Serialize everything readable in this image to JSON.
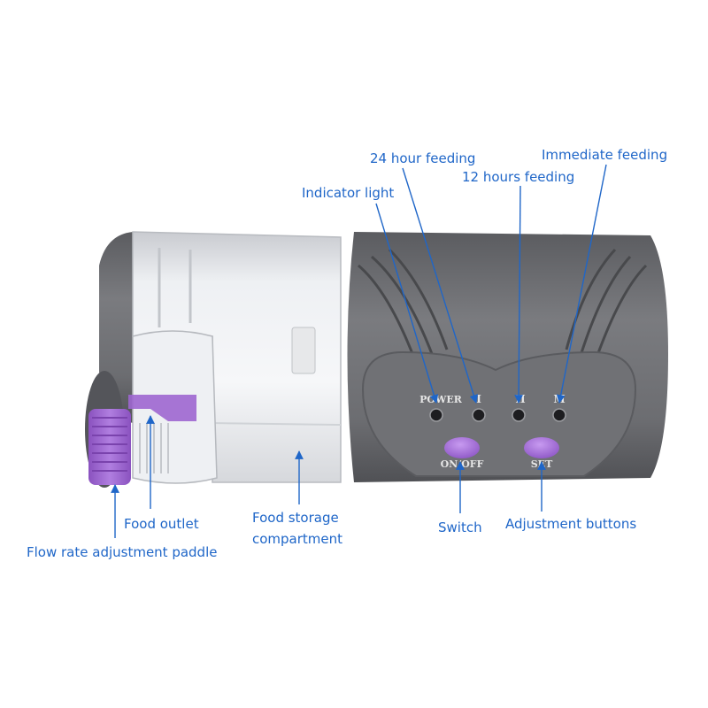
{
  "colors": {
    "label": "#1f66c8",
    "leader": "#1f66c8",
    "body_gray": "#6e6f72",
    "body_dark": "#4a4b4e",
    "accent_purple": "#a06ad2",
    "panel_text": "#e6e6e6"
  },
  "device": {
    "panel": {
      "power_label": "POWER",
      "mode_1_label": "I",
      "mode_2_label": "II",
      "mode_m_label": "M",
      "onoff_label": "ON/OFF",
      "set_label": "SET"
    }
  },
  "callouts": {
    "feed_24h": "24 hour feeding",
    "immediate": "Immediate feeding",
    "feed_12h": "12 hours feeding",
    "indicator": "Indicator light",
    "food_outlet": "Food outlet",
    "storage_line1": "Food storage",
    "storage_line2": "compartment",
    "switch": "Switch",
    "adjustment": "Adjustment buttons",
    "flow_paddle": "Flow rate adjustment paddle"
  }
}
